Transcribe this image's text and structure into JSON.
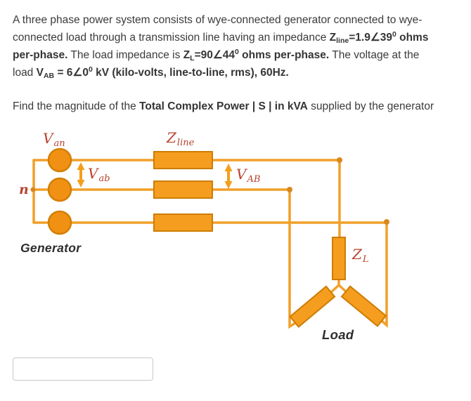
{
  "problem": {
    "lines": [
      [
        {
          "t": "A three phase power system consists of wye-connected generator connected to wye-"
        }
      ],
      [
        {
          "t": "connected load through a transmission line having an impedance "
        },
        {
          "t": "Z",
          "b": 1
        },
        {
          "t": "line",
          "b": 1,
          "s": "sub"
        },
        {
          "t": "=1.9∠39",
          "b": 1
        },
        {
          "t": "0",
          "b": 1,
          "s": "sup"
        },
        {
          "t": " ohms",
          "b": 1
        }
      ],
      [
        {
          "t": "per-phase.",
          "b": 1
        },
        {
          "t": " The load impedance is "
        },
        {
          "t": "Z",
          "b": 1
        },
        {
          "t": "L",
          "b": 1,
          "s": "sub"
        },
        {
          "t": "=90∠44",
          "b": 1
        },
        {
          "t": "0",
          "b": 1,
          "s": "sup"
        },
        {
          "t": " ohms per-phase.",
          "b": 1
        },
        {
          "t": " The voltage at the"
        }
      ],
      [
        {
          "t": "load "
        },
        {
          "t": "V",
          "b": 1
        },
        {
          "t": "AB",
          "b": 1,
          "s": "sub"
        },
        {
          "t": " = 6∠0",
          "b": 1
        },
        {
          "t": "0",
          "b": 1,
          "s": "sup"
        },
        {
          "t": " kV (kilo-volts, line-to-line, rms), 60Hz.",
          "b": 1
        }
      ]
    ],
    "find_line": [
      {
        "t": "Find the magnitude of the "
      },
      {
        "t": "Total Complex Power | S | in kVA",
        "b": 1
      },
      {
        "t": " supplied by the generator"
      }
    ]
  },
  "diagram": {
    "labels": {
      "van": {
        "main": "V",
        "sub": "an"
      },
      "zline": {
        "main": "Z",
        "sub": "line"
      },
      "vab": {
        "main": "V",
        "sub": "ab"
      },
      "vAB": {
        "main": "V",
        "sub": "AB"
      },
      "n": {
        "main": "n",
        "sub": ""
      },
      "zL": {
        "main": "Z",
        "sub": "L"
      },
      "generator": "Generator",
      "load": "Load"
    },
    "colors": {
      "wire": "#f1a02a",
      "component_fill": "#f59d1e",
      "component_stroke": "#cd7d05",
      "circle_fill": "#f19114",
      "circle_stroke": "#d47e02",
      "junction_dot": "#d8881c",
      "arrow": "#f39f1c",
      "label_red": "#b8432f",
      "text_dark": "#3b3b3b"
    }
  },
  "answer": {
    "value": "",
    "placeholder": ""
  }
}
